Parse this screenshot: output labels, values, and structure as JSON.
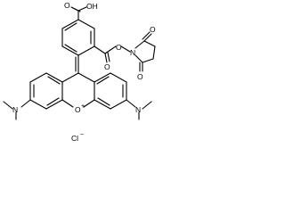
{
  "structure": {
    "atoms": {
      "acid_oh": "OH",
      "acid_o": "O",
      "ester_o_carbonyl": "O",
      "ester_o_link": "O",
      "imide_n": "N",
      "imide_o_top": "O",
      "imide_o_bottom": "O",
      "xanthene_o": "O",
      "xanthene_charge": "+",
      "nme2_left": "N",
      "nme2_right": "N",
      "counterion": "Cl",
      "counterion_charge": "−"
    }
  }
}
